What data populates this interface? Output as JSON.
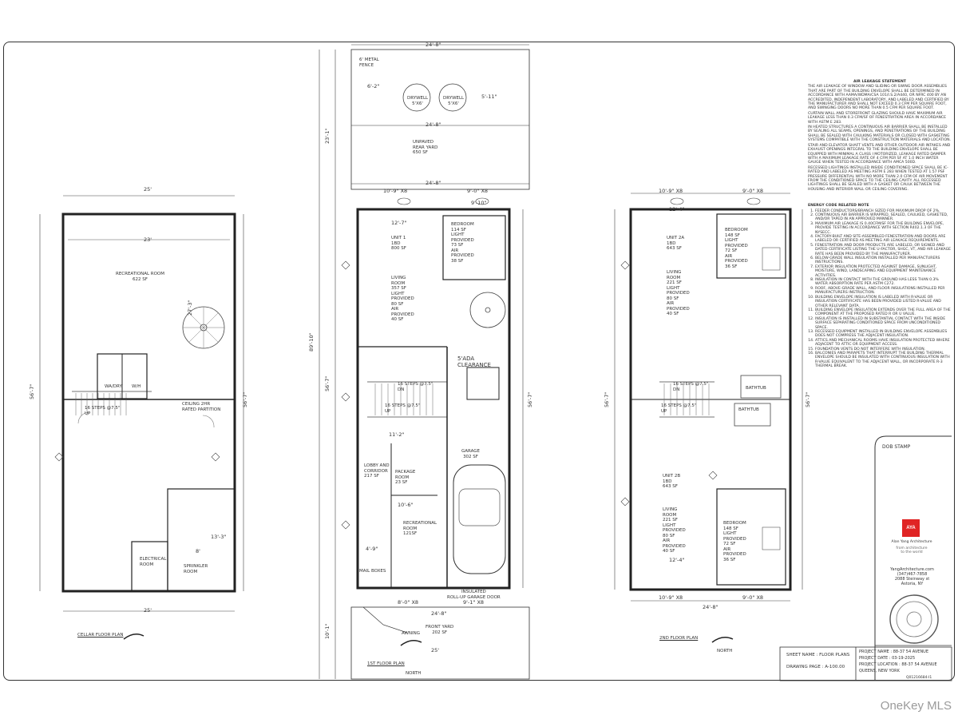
{
  "plans": {
    "cellar": {
      "title": "CELLAR FLOOR PLAN",
      "dim_width": "25'",
      "dim_depth": "56'-7\"",
      "dim_inner_width": "23'",
      "dim_rec_depth": "27'-3\"",
      "rec_room": "RECREATIONAL ROOM\n622 SF",
      "washer_dryer": "WA/DRY",
      "water_heater": "W/H",
      "stairs": "16 STEPS @7.5\"\nUP",
      "ceiling": "CEILING 2HR\nRATED PARTITION",
      "electrical": "ELECTRICAL\nROOM",
      "sprinkler": "SPRINKLER\nROOM",
      "dim_sprinkler": "8'",
      "dim_mech": "13'-3\""
    },
    "first": {
      "title": "1ST FLOOR PLAN",
      "dim_top": "24'-8\"",
      "dim_total_depth": "89'-10\"",
      "dim_building_depth": "56'-7\"",
      "dim_rear_depth": "23'-1\"",
      "dim_front_depth": "10'-1\"",
      "metal_fence": "6' METAL\nFENCE",
      "drywell_1": "DRYWELL\n5'X6'",
      "drywell_2": "DRYWELL\n5'X6'",
      "dim_6_2": "6'-2\"",
      "dim_5_11": "5'-11\"",
      "dim_24_8_rear": "24'-8\"",
      "rear_yard": "UNPAVED\nREAR YARD\n650 SF",
      "win_w1": "10'-9\" X8",
      "win_w2": "9'-0\" X8",
      "unit": "UNIT 1\n1BD\n800 SF",
      "dim_12_7": "12'-7\"",
      "bedroom": "BEDROOM\n114 SF\nLIGHT\nPROVIDED\n73 SF\nAIR\nPROVIDED\n38 SF",
      "living": "LIVING\nROOM\n357 SF\nLIGHT\nPROVIDED\n80 SF\nAIR\nPROVIDED\n40 SF",
      "dim_9_10": "9'-10\"",
      "ada": "5'ADA\nCLEARANCE",
      "stairs_dn": "16 STEPS @7.5\"\nDN",
      "stairs_up": "16 STEPS @7.5\"\nUP",
      "lobby": "LOBBY AND\nCORRIDOR\n217 SF",
      "package": "PACKAGE\nROOM\n23 SF",
      "rec_room": "RECREATIONAL\nROOM\n121SF",
      "garage": "GARAGE\n302 SF",
      "mailboxes": "MAIL BOXES",
      "roll_door": "INSULATED\nROLL-UP GARAGE DOOR",
      "dim_door_left": "8'-0\" X8",
      "dim_door_right": "9'-1\" X8",
      "front_yard": "FRONT YARD\n202 SF",
      "awning": "AWNING",
      "dim_front": "25'",
      "dim_10_6": "10'-6\"",
      "dim_11_2": "11'-2\"",
      "dim_4_9": "4'-9\"",
      "north": "NORTH"
    },
    "second": {
      "title": "2ND FLOOR PLAN",
      "win_w1": "10'-9\" X8",
      "win_w2": "9'-0\" X8",
      "unit_a": "UNIT 2A\n1BD\n643 SF",
      "dim_12_4": "12'-4\"",
      "bedroom_a": "BEDROOM\n148 SF\nLIGHT\nPROVIDED\n72 SF\nAIR\nPROVIDED\n36 SF",
      "living_a": "LIVING\nROOM\n221 SF\nLIGHT\nPROVIDED\n80 SF\nAIR\nPROVIDED\n40 SF",
      "stairs_dn": "16 STEPS @7.5\"\nDN",
      "stairs_up": "16 STEPS @7.5\"\nUP",
      "bathtub_1": "BATHTUB",
      "bathtub_2": "BATHTUB",
      "unit_b": "UNIT 2B\n1BD\n643 SF",
      "living_b": "LIVING\nROOM\n221 SF\nLIGHT\nPROVIDED\n80 SF\nAIR\nPROVIDED\n40 SF",
      "bedroom_b": "BEDROOM\n148 SF\nLIGHT\nPROVIDED\n72 SF\nAIR\nPROVIDED\n36 SF",
      "dim_depth": "56'-7\"",
      "dim_24_8": "24'-8\"",
      "north": "NORTH"
    }
  },
  "notes": {
    "air_heading": "AIR LEAKAGE STATEMENT",
    "air_paragraphs": [
      "THE AIR LEAKAGE OF WINDOW AND SLIDING OR SWING DOOR ASSEMBLIES THAT ARE PART OF THE BUILDING ENVELOPE SHALL BE DETERMINED IN ACCORDANCE WITH AAMA/WDMA/CSA 101/I.S.2/A440, OR NFRC 400 BY AN ACCREDITED, INDEPENDENT LABORATORY, AND LABELED AND CERTIFIED BY THE MANUFACTURER AND SHALL NOT EXCEED 0.3 CFM PER SQUARE FOOT, AND SWINGING DOORS NO MORE THAN 0.5 CFM PER SQUARE FOOT.",
      "CURTAIN WALL AND STOREFRONT GLAZING SHOULD HAVE MAXIMUM AIR LEAKAGE LESS THAN 0.3 CFM/SF OF FENESTRATION AREA IN ACCORDANCE WITH ASTM E 283.",
      "IN HEATED STRUCTURES A CONTINUOUS AIR BARRIER SHALL BE INSTALLED BY SEALING ALL SEAMS, OPENINGS, AND PENETRATIONS OF THE BUILDING SHALL BE SEALED WITH CAULKING MATERIALS OR CLOSED WITH GASKETING SYSTEMS COMPATIBLE WITH THE CONSTRUCTION MATERIALS AND LOCATION.",
      "STAIR AND ELEVATOR SHAFT VENTS AND OTHER OUTDOOR AIR INTAKES AND EXHAUST OPENINGS INTEGRAL TO THE BUILDING ENVELOPE SHALL BE EQUIPPED WITH MINIMAL A CLASS I MOTORIZED, LEAKAGE RATED DAMPER WITH A MAXIMUM LEAKAGE RATE OF 4 CFM PER SF AT 1.0 INCH WATER GAUGE WHEN TESTED IN ACCORDANCE WITH AMCA 500D.",
      "RECESSED LIGHTINGS INSTALLED INSIDE CONDITIONED SPACE SHALL BE IC-RATED AND LABELED AS MEETING ASTM E 283 WHEN TESTED AT 1.57 PSF PRESSURE DIFFERENTIAL WITH NO MORE THAN 2.0 CFM OF AIR MOVEMENT FROM THE CONDITIONED SPACE TO THE CEILING CAVITY. ALL RECESSED LIGHTINGS SHALL BE SEALED WITH A GASKET OR CAULK BETWEEN THE HOUSING AND INTERIOR WALL OR CEILING COVERING."
    ],
    "energy_heading": "ENERGY CODE RELATED NOTE",
    "energy_items": [
      "FEEDER CONDUCTORS/BRANCH SIZED FOR MAXIMUM DROP OF 2%.",
      "CONTINUOUS AIR BARRIER IS WRAPPED, SEALED, CAULKED, GASKETED, AND/OR TAPED IN AN APPROVED MANNER.",
      "MAXIMUM AIR LEAKAGE IS 0.40CFM/SF FOR THE BUILDING ENVELOPE, PROVIDE TESTING IN ACCORDANCE WITH SECTION R402.1.3 OF THE NYSECC.",
      "FACTORY-BUILT AND SITE-ASSEMBLED FENESTRATION AND DOORS ARE LABELED OR CERTIFIED AS MEETING AIR LEAKAGE REQUIREMENTS.",
      "FENESTRATION AND DOOR PRODUCTS ARE LABELED, OR SIGNED AND DATED CERTIFICATE LISTING THE U-FACTOR, SHGC, VT, AND AIR LEAKAGE RATE HAS BEEN PROVIDED BY THE MANUFACTURER.",
      "BELOW-GRADE WALL INSULATION INSTALLED PER MANUFACTURERS INSTRUCTIONS.",
      "EXTERIOR INSULATION PROTECTED AGAINST DAMAGE, SUNLIGHT, MOISTURE, WIND, LANDSCAPING AND EQUIPMENT MAINTENANCE ACTIVITIES.",
      "INSULATION IN CONTACT WITH THE GROUND HAS LESS THAN 0.3% WATER ABSORPTION RATE PER ASTM C272.",
      "ROOF, ABOVE-GRADE WALL, AND FLOOR INSULATIONS INSTALLED PER MANUFACTURERS INSTRUCTION.",
      "BUILDING ENVELOPE INSULATION IS LABELED WITH R-VALUE OR INSULATION CERTIFICATE HAS BEEN PROVIDED LISTED R-VALUE AND OTHER RELEVANT DATA.",
      "BUILDING ENVELOPE INSULATION EXTENDS OVER THE FULL AREA OF THE COMPONENT AT THE PROPOSED RATED R OR U VALUE.",
      "INSULATION IS INSTALLED IN SUBSTANTIAL CONTACT WITH THE INSIDE SURFACE SEPARATING CONDITIONED SPACE FROM UNCONDITIONED SPACE.",
      "RECESSED EQUIPMENT INSTALLED IN BUILDING ENVELOPE ASSEMBLIES DOES NOT COMPRESS THE ADJACENT INSULATION.",
      "ATTICS AND MECHANICAL ROOMS HAVE INSULATION PROTECTED WHERE ADJACENT TO ATTIC OR EQUIPMENT ACCESS.",
      "FOUNDATION VENTS DO NOT INTERFERE WITH INSULATION.",
      "BALCONIES AND PARAPETS THAT INTERRUPT THE BUILDING THERMAL ENVELOPE SHOULD BE INSULATED WITH CONTINUOUS INSULATION WITH R-VALUE EQUIVALENT TO THE ADJACENT WALL, OR INCORPORATE R-3 THERMAL BREAK."
    ]
  },
  "titleblock": {
    "stamp_label": "DOB STAMP",
    "logo": "AYA",
    "firm": "Alan Yang Architecture",
    "tagline": "from architecture\nto the world",
    "website": "YangArchitecture.com",
    "phone": "(347)467-7858",
    "address1": "2088 Steinway st",
    "address2": "Astoria, NY",
    "sheet_name": "SHEET NAME : FLOOR PLANS",
    "drawing_page": "DRAWING PAGE : A-100.00",
    "project_name": "PROJECT NAME : 88-37 54 AVENUE",
    "project_date": "PROJECT DATE : 03-19-2025",
    "project_location": "PROJECT LOCATION : 88-37 54 AVENUE",
    "project_city": "QUEENS, NEW YORK",
    "dob_number": "Q01216684-I1"
  },
  "watermark": "OneKey MLS"
}
